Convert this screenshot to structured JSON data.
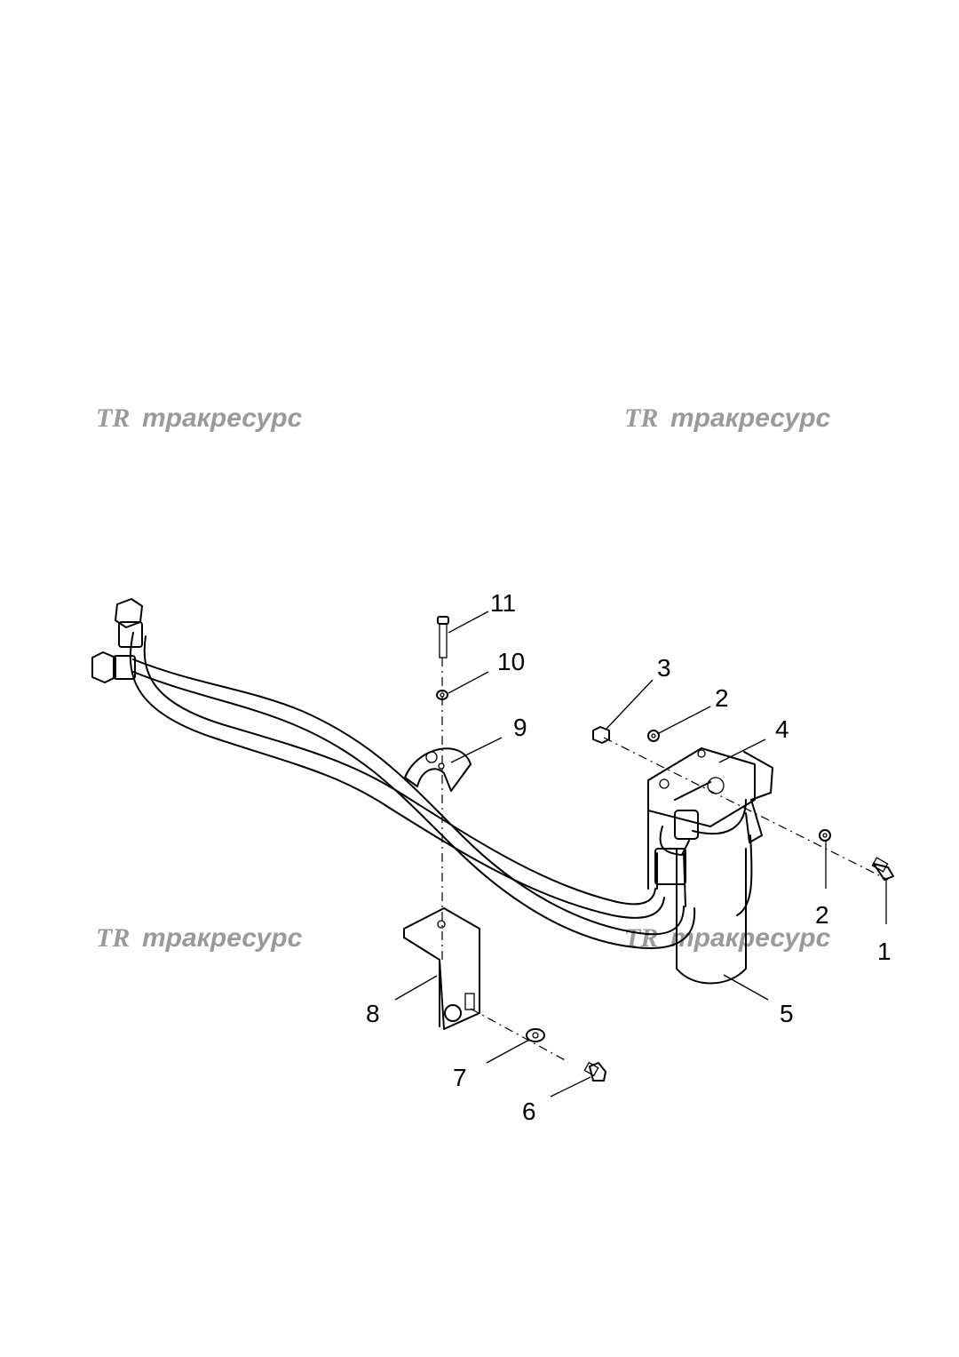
{
  "watermark": {
    "logo": "TR",
    "text": "тракресурс",
    "color": "#9a9a9a"
  },
  "callouts": [
    {
      "id": "c1",
      "label": "1"
    },
    {
      "id": "c2a",
      "label": "2"
    },
    {
      "id": "c2b",
      "label": "2"
    },
    {
      "id": "c3",
      "label": "3"
    },
    {
      "id": "c4",
      "label": "4"
    },
    {
      "id": "c5",
      "label": "5"
    },
    {
      "id": "c6",
      "label": "6"
    },
    {
      "id": "c7",
      "label": "7"
    },
    {
      "id": "c8",
      "label": "8"
    },
    {
      "id": "c9",
      "label": "9"
    },
    {
      "id": "c10",
      "label": "10"
    },
    {
      "id": "c11",
      "label": "11"
    }
  ]
}
